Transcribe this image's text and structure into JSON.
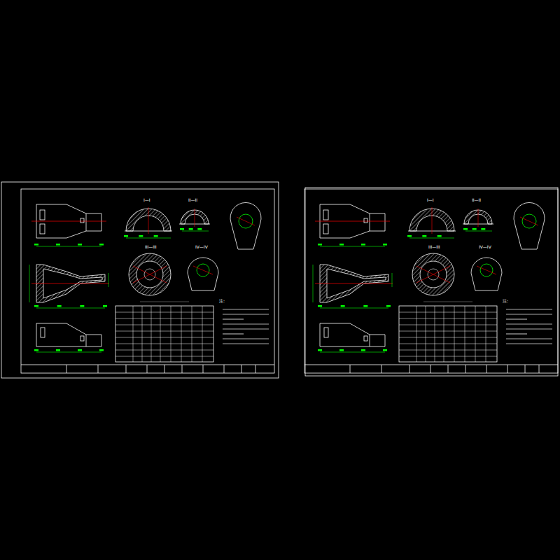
{
  "diagram": {
    "labels": [
      "I—I",
      "II—II",
      "III—III",
      "IV—IV",
      "注:",
      "I—I",
      "II—II",
      "III—III",
      "IV—IV",
      "注:"
    ]
  }
}
